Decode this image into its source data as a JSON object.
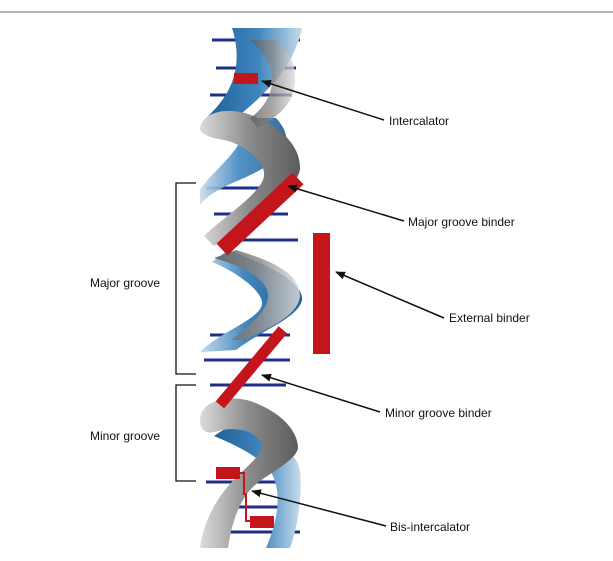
{
  "labels": {
    "intercalator": "Intercalator",
    "major_groove_binder": "Major groove binder",
    "external_binder": "External binder",
    "minor_groove_binder": "Minor groove binder",
    "bis_intercalator": "Bis-intercalator",
    "major_groove": "Major groove",
    "minor_groove": "Minor groove"
  },
  "colors": {
    "strand_blue": "#2b6fa8",
    "strand_blue_light": "#c9dcea",
    "strand_gray": "#6a6a6a",
    "strand_gray_light": "#d4d4d4",
    "base_pair": "#1f2e86",
    "binder_red": "#c4141c",
    "arrow": "#111111",
    "bracket": "#111111",
    "top_rule": "#9a9a9a"
  }
}
